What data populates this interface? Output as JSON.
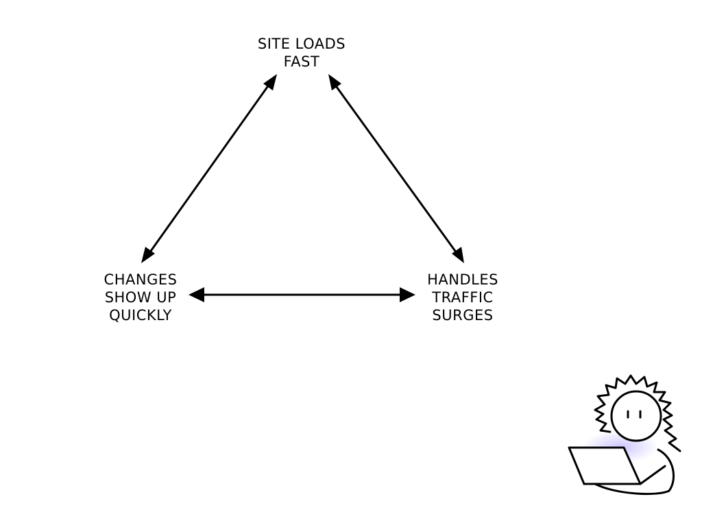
{
  "diagram": {
    "nodes": {
      "top": {
        "line1": "SITE LOADS",
        "line2": "FAST"
      },
      "left": {
        "line1": "CHANGES",
        "line2": "SHOW UP",
        "line3": "QUICKLY"
      },
      "right": {
        "line1": "HANDLES",
        "line2": "TRAFFIC",
        "line3": "SURGES"
      }
    },
    "edges": [
      {
        "from": "top",
        "to": "left",
        "direction": "both"
      },
      {
        "from": "top",
        "to": "right",
        "direction": "both"
      },
      {
        "from": "left",
        "to": "right",
        "direction": "both"
      }
    ],
    "colors": {
      "ink": "#000000",
      "background": "#ffffff",
      "laptop_glow": "#b9b3ff"
    },
    "decoration": {
      "figure": "stick-person-with-laptop"
    }
  }
}
